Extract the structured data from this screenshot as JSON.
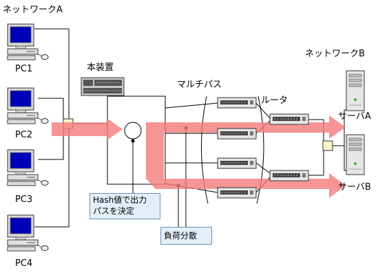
{
  "labels": {
    "network_a": "ネットワークA",
    "network_b": "ネットワークB",
    "device": "本装置",
    "multipath": "マルチパス",
    "router": "ルータ",
    "server_a": "サーバA",
    "server_b": "サーバB",
    "pc1": "PC1",
    "pc2": "PC2",
    "pc3": "PC3",
    "pc4": "PC4"
  },
  "notes": {
    "hash_line1": "Hash値で出力",
    "hash_line2": "パスを決定",
    "load_balance": "負荷分散"
  },
  "colors": {
    "flow_arrow": "#f47a7a",
    "note_fill": "#e3eef9",
    "note_border": "#6d8fb5"
  }
}
